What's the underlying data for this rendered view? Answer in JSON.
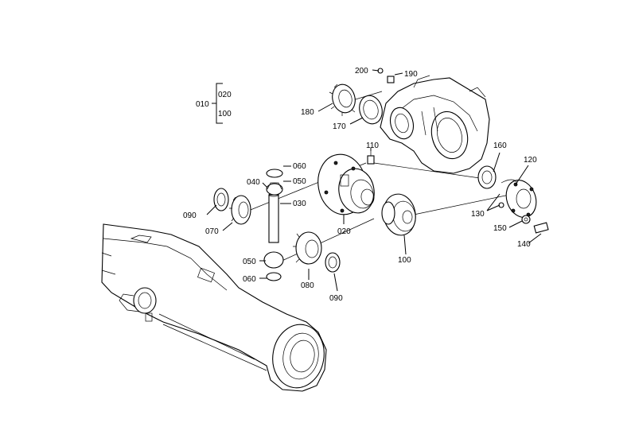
{
  "labels": {
    "p010": "010",
    "p020a": "020",
    "p100a": "100",
    "p020": "020",
    "p030": "030",
    "p040": "040",
    "p050a": "050",
    "p050b": "050",
    "p060a": "060",
    "p060b": "060",
    "p070": "070",
    "p080": "080",
    "p090a": "090",
    "p090b": "090",
    "p100": "100",
    "p110": "110",
    "p120": "120",
    "p130": "130",
    "p140": "140",
    "p150": "150",
    "p160": "160",
    "p170": "170",
    "p180": "180",
    "p190": "190",
    "p200": "200"
  }
}
